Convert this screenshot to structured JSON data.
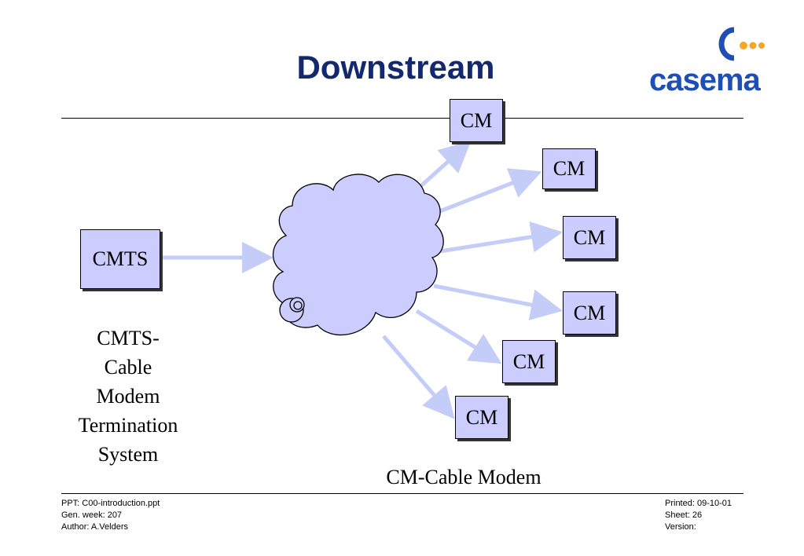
{
  "slide": {
    "title": "Downstream",
    "logo_text": "casema"
  },
  "diagram": {
    "cmts_label": "CMTS",
    "cm_label": "CM",
    "cmts_caption": [
      "CMTS-",
      "Cable",
      "Modem",
      "Termination",
      "System"
    ],
    "cm_caption": "CM-Cable Modem"
  },
  "footer": {
    "left": [
      "PPT: C00-introduction.ppt",
      "Gen. week: 207",
      "Author: A.Velders"
    ],
    "right": [
      "Printed: 09-10-01",
      "Sheet: 26",
      "Version:"
    ]
  },
  "colors": {
    "title": "#14286e",
    "box_fill": "#ccccff",
    "cloud_fill": "#ccccff",
    "arrow": "#c4ccf8",
    "logo_blue": "#1f4fb4",
    "logo_orange": "#f5a623"
  }
}
